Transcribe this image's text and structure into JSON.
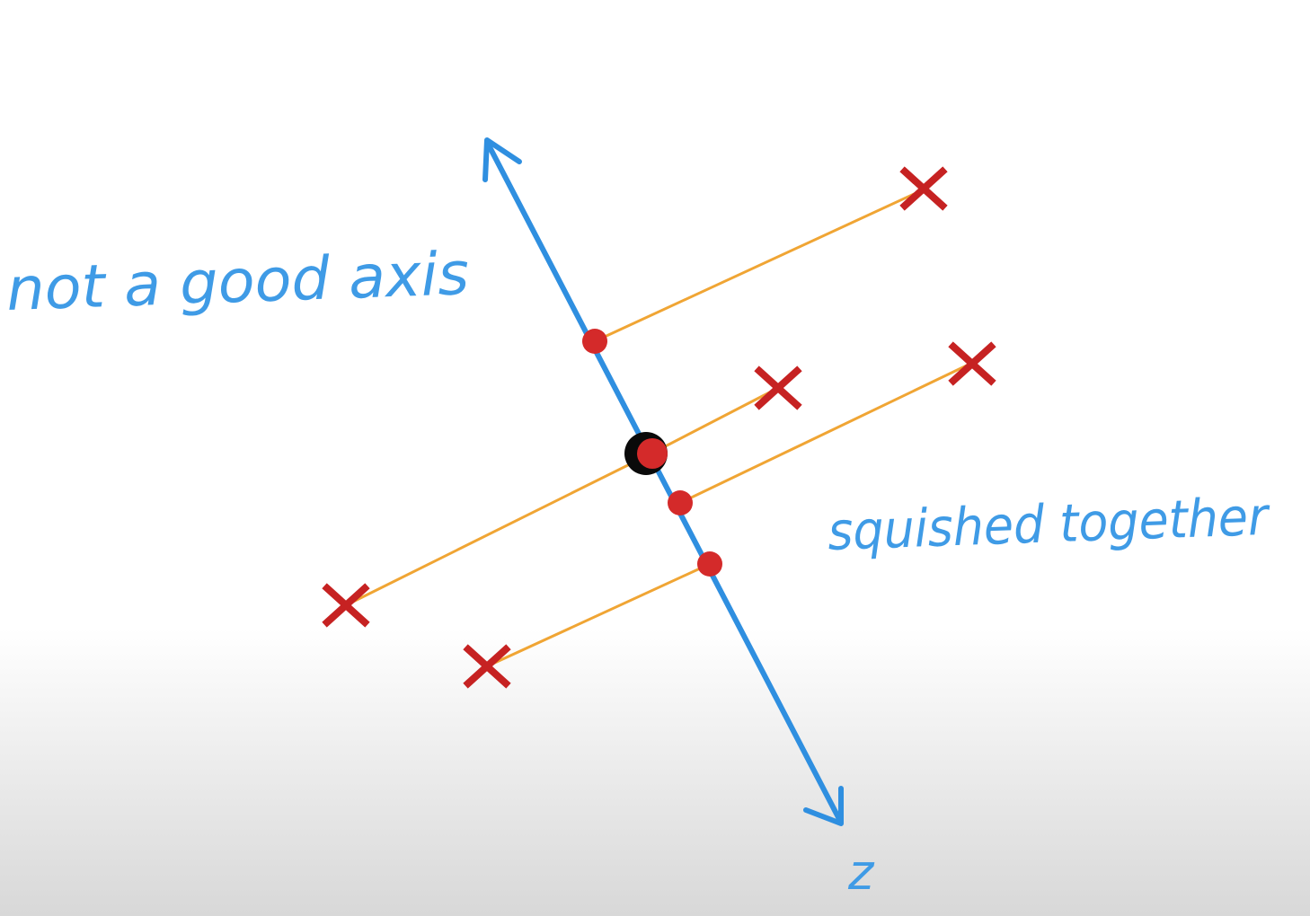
{
  "annotations": {
    "left_label": "not a good axis",
    "right_label": "squished together",
    "axis_label": "z"
  },
  "colors": {
    "axis": "#2f8fe0",
    "projection_line": "#f0a534",
    "data_point": "#c62222",
    "projected_point": "#d42a2a",
    "mean_point": "#0a0a0a",
    "label_text": "#3f9be6"
  },
  "icons": {
    "data_point": "x-mark-icon",
    "projected_point": "dot-icon"
  }
}
